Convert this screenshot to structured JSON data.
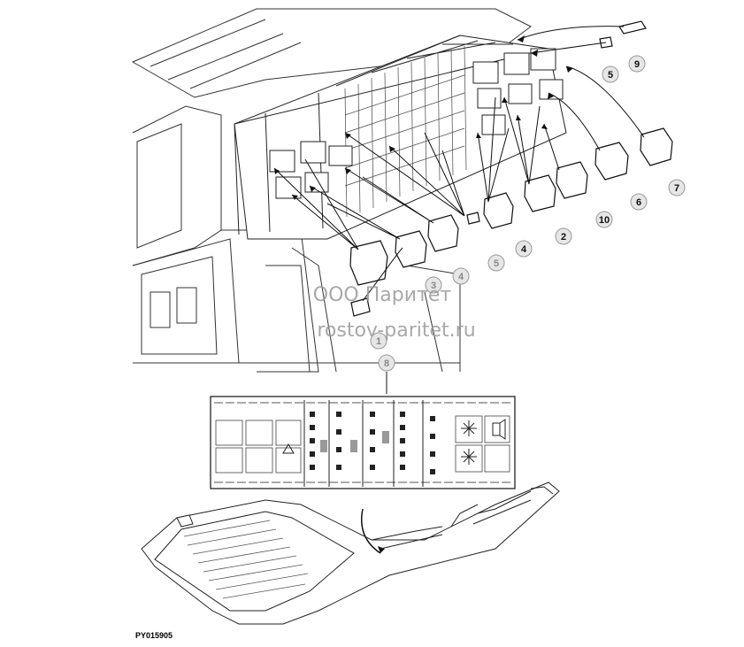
{
  "callouts": [
    "9",
    "5",
    "7",
    "6",
    "10",
    "2",
    "4",
    "5",
    "4",
    "3",
    "1",
    "8"
  ],
  "watermark": {
    "line1": "ООО Паритет",
    "line2": "rostov-paritet.ru"
  },
  "figure_id": "PY015905",
  "colors": {
    "line": "#222222",
    "paper": "#ffffff",
    "callout_circle": "#e6e6e6",
    "watermark": "#9a9a9a"
  }
}
